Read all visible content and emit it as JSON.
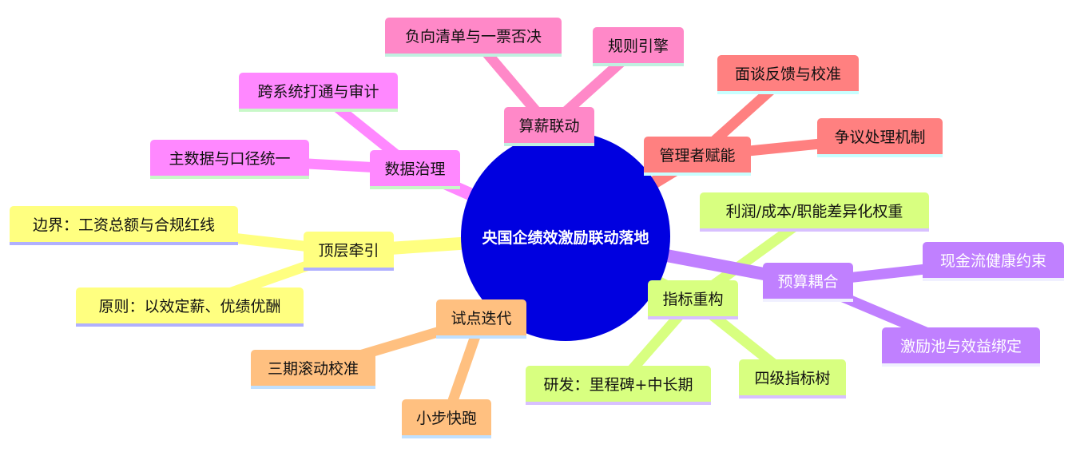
{
  "root": {
    "label": "央国企绩效激励联动落地"
  },
  "branches": {
    "salary": {
      "label": "算薪联动",
      "color": "#ff88c8",
      "children": [
        "负向清单与一票否决",
        "规则引擎"
      ]
    },
    "manager": {
      "label": "管理者赋能",
      "color": "#ff8080",
      "children": [
        "面谈反馈与校准",
        "争议处理机制"
      ]
    },
    "data": {
      "label": "数据治理",
      "color": "#ff88ff",
      "children": [
        "跨系统打通与审计",
        "主数据与口径统一"
      ]
    },
    "top": {
      "label": "顶层牵引",
      "color": "#ffff80",
      "children": [
        "边界：工资总额与合规红线",
        "原则：以效定薪、优绩优酬"
      ]
    },
    "pilot": {
      "label": "试点迭代",
      "color": "#ffc080",
      "children": [
        "三期滚动校准",
        "小步快跑"
      ]
    },
    "metrics": {
      "label": "指标重构",
      "color": "#d8ff80",
      "children": [
        "利润/成本/职能差异化权重",
        "研发：里程碑+中长期",
        "四级指标树"
      ]
    },
    "budget": {
      "label": "预算耦合",
      "color": "#c080ff",
      "children": [
        "现金流健康约束",
        "激励池与效益绑定"
      ]
    }
  }
}
